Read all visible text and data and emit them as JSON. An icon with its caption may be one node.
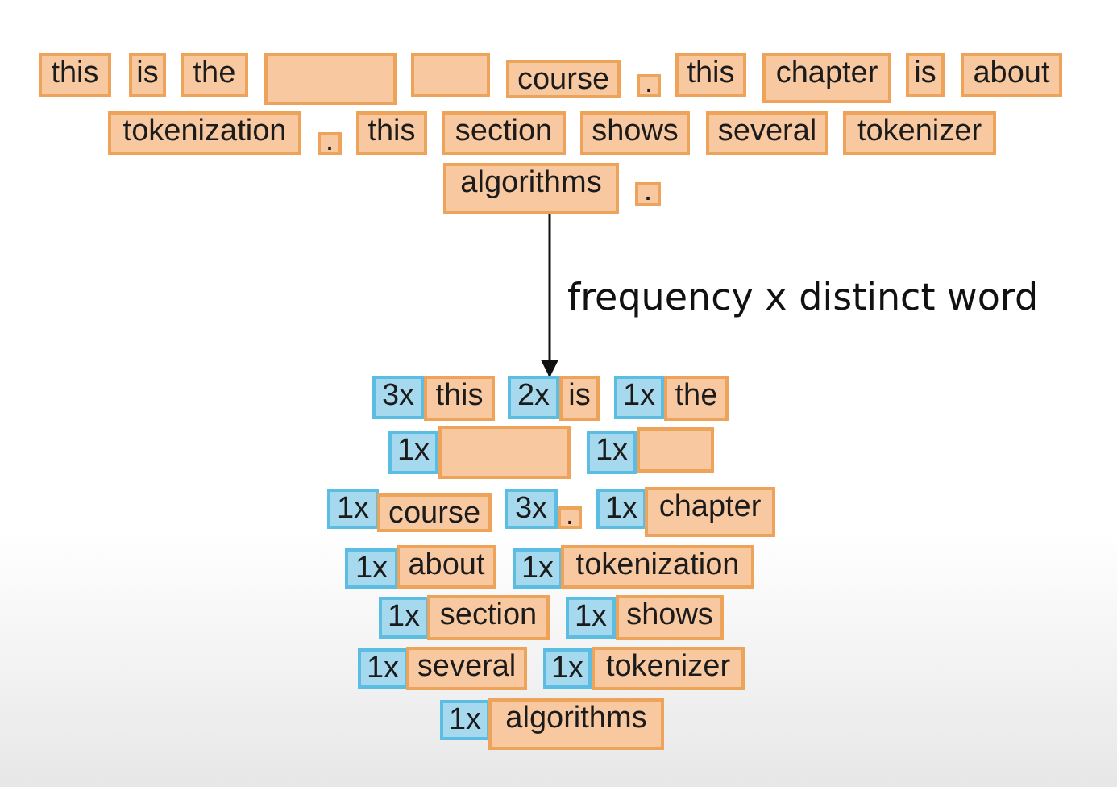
{
  "diagram": {
    "nodes": [
      {
        "text": [
          "this"
        ]
      },
      {
        "text": [
          "is"
        ]
      },
      {
        "text": [
          "the"
        ]
      },
      {
        "text": [],
        "shape": "box"
      },
      {
        "text": [],
        "shape": "box"
      },
      {
        "text": [
          "course"
        ]
      },
      {
        "text": [
          "."
        ]
      },
      {
        "text": [
          "this"
        ]
      },
      {
        "text": [
          "chapter"
        ]
      },
      {
        "text": [
          "is"
        ]
      },
      {
        "text": [
          "about"
        ]
      },
      {
        "text": [
          "tokenization"
        ]
      },
      {
        "text": [
          "."
        ]
      },
      {
        "text": [
          "this"
        ]
      },
      {
        "text": [
          "section"
        ]
      },
      {
        "text": [
          "shows"
        ]
      },
      {
        "text": [
          "several"
        ]
      },
      {
        "text": [
          "tokenizer"
        ]
      },
      {
        "text": [
          "algorithms"
        ]
      },
      {
        "text": [
          "."
        ]
      },
      {
        "text": [
          "3x"
        ]
      },
      {
        "text": [
          "this"
        ]
      },
      {
        "text": [
          "2x"
        ]
      },
      {
        "text": [
          "is"
        ]
      },
      {
        "text": [
          "1x"
        ]
      },
      {
        "text": [
          "the"
        ]
      },
      {
        "text": [
          "1x"
        ]
      },
      {
        "text": [],
        "shape": "box"
      },
      {
        "text": [
          "1x"
        ]
      },
      {
        "text": [],
        "shape": "box"
      },
      {
        "text": [
          "1x"
        ]
      },
      {
        "text": [
          "course"
        ]
      },
      {
        "text": [
          "3x"
        ]
      },
      {
        "text": [
          "."
        ]
      },
      {
        "text": [
          "1x"
        ]
      },
      {
        "text": [
          "chapter"
        ]
      },
      {
        "text": [
          "1x"
        ]
      },
      {
        "text": [
          "about"
        ]
      },
      {
        "text": [
          "1x"
        ]
      },
      {
        "text": [
          "tokenization"
        ]
      },
      {
        "text": [
          "1x"
        ]
      },
      {
        "text": [
          "section"
        ]
      },
      {
        "text": [
          "1x"
        ]
      },
      {
        "text": [
          "shows"
        ]
      },
      {
        "text": [
          "1x"
        ]
      },
      {
        "text": [
          "several"
        ]
      },
      {
        "text": [
          "1x"
        ]
      },
      {
        "text": [
          "tokenizer"
        ]
      },
      {
        "text": [
          "1x"
        ]
      },
      {
        "text": [
          "algorithms"
        ]
      }
    ],
    "edges": [
      {
        "from": 18,
        "to": 22,
        "arrow": "to",
        "label": "frequency x distinct word"
      }
    ]
  }
}
